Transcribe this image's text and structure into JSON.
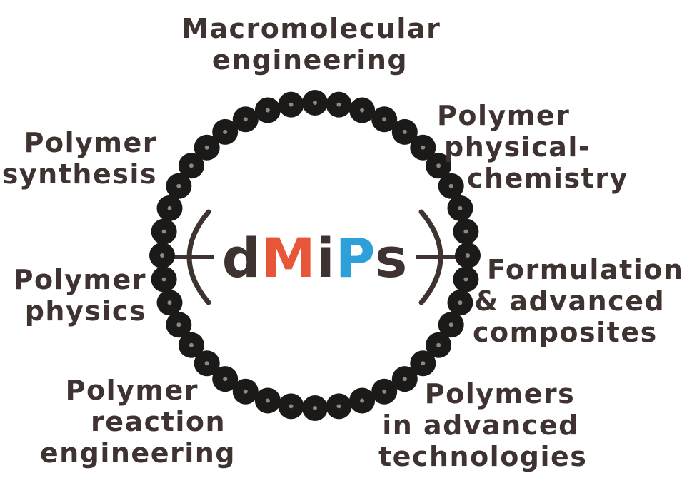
{
  "center_text": {
    "letters": [
      {
        "char": "d",
        "color": "#3e3331"
      },
      {
        "char": "M",
        "color": "#e8563a"
      },
      {
        "char": "i",
        "color": "#3e3331"
      },
      {
        "char": "P",
        "color": "#2d9fd9"
      },
      {
        "char": "s",
        "color": "#3e3331"
      }
    ]
  },
  "colors": {
    "text": "#3e3331",
    "bead": "#1c1a19",
    "bead_center": "#8a8885",
    "accent_red": "#e8563a",
    "accent_blue": "#2d9fd9"
  },
  "labels": {
    "macromolecular": {
      "line1": "Macromolecular",
      "line2": "engineering"
    },
    "physical_chemistry": {
      "line1": "Polymer",
      "line2": "physical-",
      "line3": "chemistry"
    },
    "synthesis": {
      "line1": "Polymer",
      "line2": "synthesis"
    },
    "physics": {
      "line1": "Polymer",
      "line2": "physics"
    },
    "formulation": {
      "line1": "Formulation",
      "line2": "& advanced",
      "line3": "composites"
    },
    "reaction": {
      "line1": "Polymer",
      "line2": "reaction",
      "line3": "engineering"
    },
    "technologies": {
      "line1": "Polymers",
      "line2": "in advanced",
      "line3": "technologies"
    }
  }
}
